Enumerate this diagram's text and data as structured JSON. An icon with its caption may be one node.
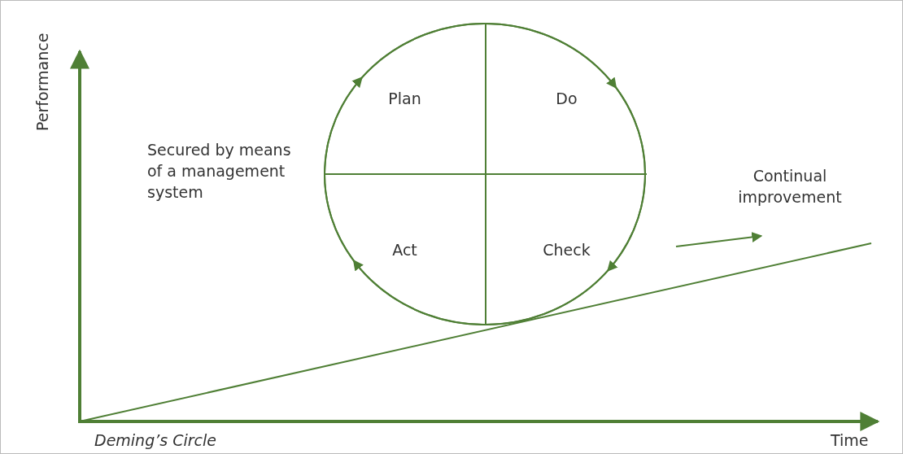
{
  "diagram": {
    "nodes": [
      {
        "text": [],
        "shape": "circle"
      },
      {
        "text": [
          "Plan"
        ],
        "in": 0
      },
      {
        "text": [
          "Do"
        ],
        "in": 0
      },
      {
        "text": [
          "Act"
        ],
        "in": 0
      },
      {
        "text": [
          "Check"
        ],
        "in": 0
      }
    ],
    "edges": [
      {
        "from": 1,
        "to": 2,
        "arrow": "to"
      },
      {
        "from": 2,
        "to": 4,
        "arrow": "to"
      },
      {
        "from": 4,
        "to": 3,
        "arrow": "to"
      },
      {
        "from": 3,
        "to": 1,
        "arrow": "to"
      }
    ],
    "labels": [
      "Performance",
      "Continual improvement",
      "Secured by means of a management system",
      "Deming’s Circle",
      "Time"
    ]
  }
}
